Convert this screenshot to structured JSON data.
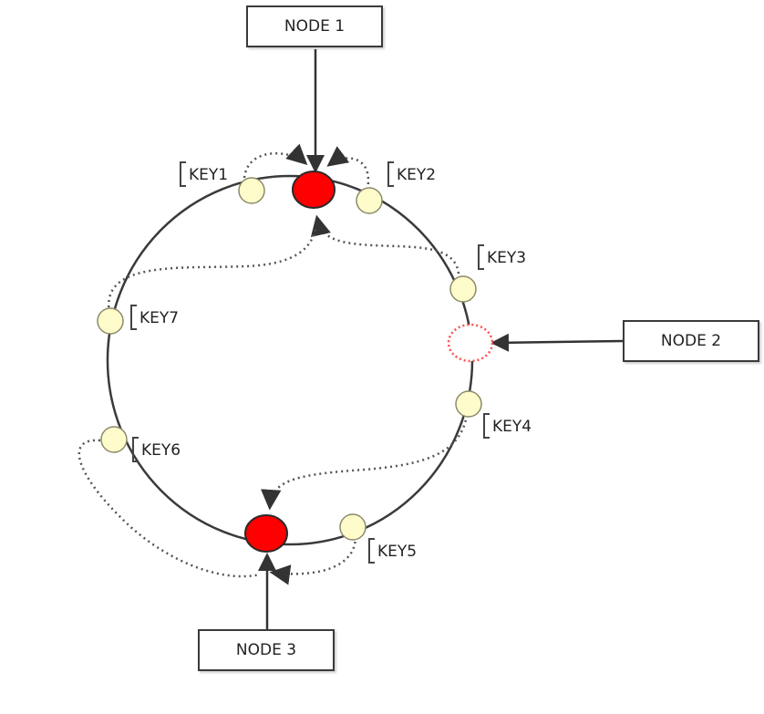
{
  "nodes": {
    "node1": {
      "label": "NODE 1"
    },
    "node2": {
      "label": "NODE 2"
    },
    "node3": {
      "label": "NODE 3"
    }
  },
  "keys": [
    "KEY1",
    "KEY2",
    "KEY3",
    "KEY4",
    "KEY5",
    "KEY6",
    "KEY7"
  ],
  "colors": {
    "active_node": "#ff0000",
    "inactive_node_outline": "#ff4d4d",
    "key_fill": "#fffccb",
    "key_stroke": "#8a8a6a",
    "ring": "#3a3a3a",
    "arrow": "#333333"
  }
}
